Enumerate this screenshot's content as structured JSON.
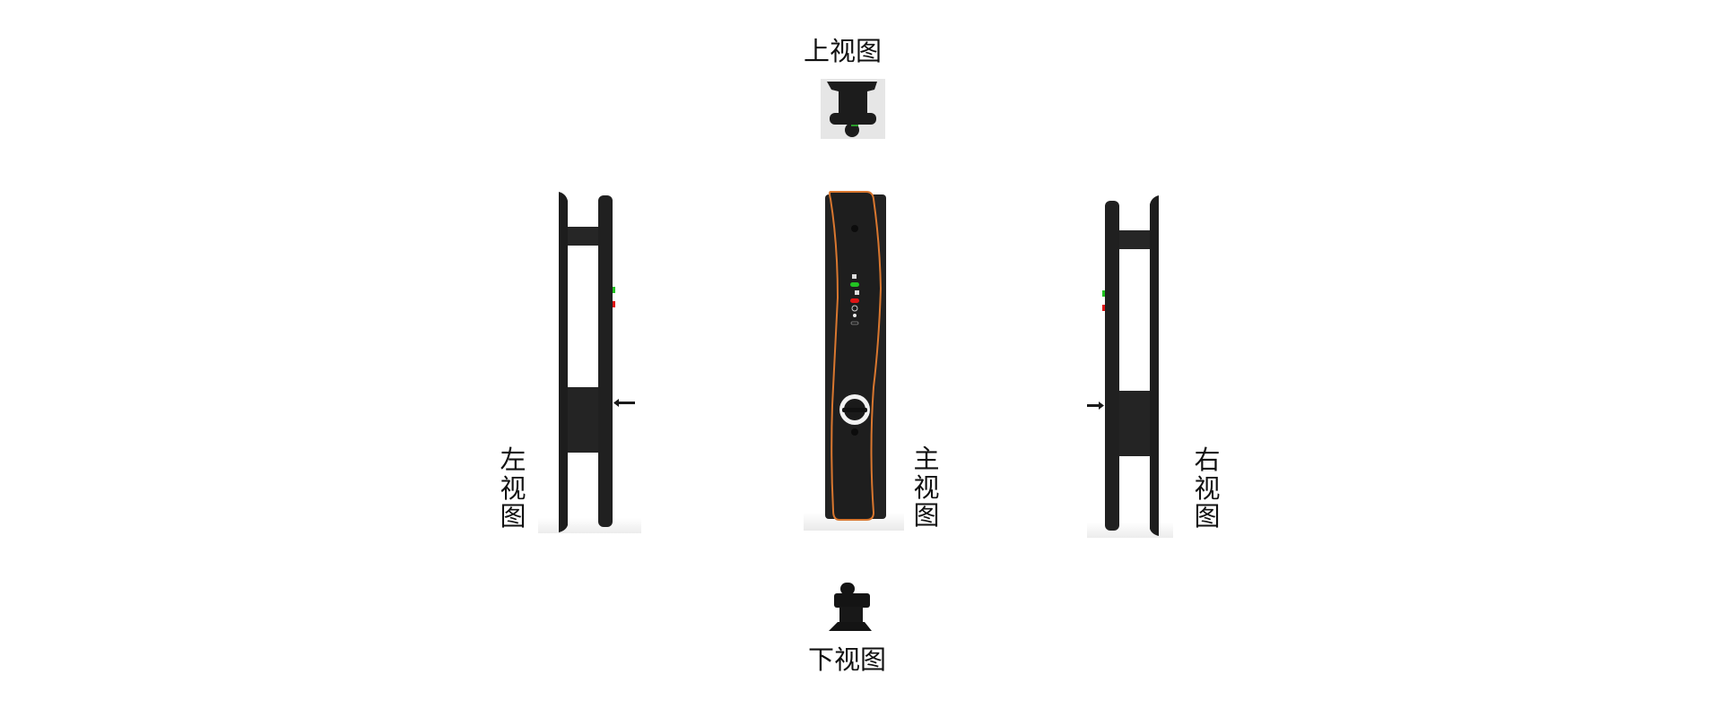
{
  "views": {
    "top": {
      "label": "上视图"
    },
    "front": {
      "label": [
        "主",
        "视",
        "图"
      ]
    },
    "left": {
      "label": [
        "左",
        "视",
        "图"
      ]
    },
    "right": {
      "label": [
        "右",
        "视",
        "图"
      ]
    },
    "bottom": {
      "label": "下视图"
    }
  },
  "colors": {
    "body": "#1f1f1f",
    "trim": "#d9772f",
    "led_green": "#22c322",
    "led_red": "#e01515"
  }
}
